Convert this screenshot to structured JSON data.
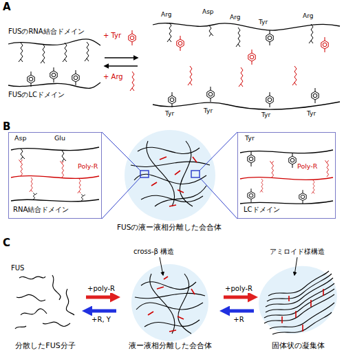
{
  "diagram": {
    "nodes": [
      {
        "text": [
          "Asp",
          "Glu",
          "Poly-R",
          "RNA結合ドメイン"
        ]
      },
      {
        "text": [
          "Tyr",
          "Poly-R",
          "LCドメイン"
        ]
      },
      {
        "text": [
          "分散したFUS分子"
        ]
      },
      {
        "text": [
          "液ー液相分離した会合体"
        ]
      },
      {
        "text": [
          "固体状の凝集体"
        ]
      }
    ],
    "edges": [
      {
        "from": 2,
        "to": 3,
        "arrow": "to",
        "label": "+poly-R"
      },
      {
        "from": 3,
        "to": 2,
        "arrow": "to",
        "label": "+R, Y"
      },
      {
        "from": 3,
        "to": 4,
        "arrow": "to",
        "label": "+poly-R"
      },
      {
        "from": 4,
        "to": 3,
        "arrow": "to",
        "label": "+R"
      }
    ],
    "labels": [
      "A",
      "FUSのRNA結合ドメイン",
      "FUSのLCドメイン",
      "+ Tyr",
      "+ Arg",
      "Arg",
      "Asp",
      "Arg",
      "Tyr",
      "Arg",
      "Tyr",
      "Tyr",
      "Tyr",
      "Tyr",
      "B",
      "FUSの液ー液相分離した会合体",
      "C",
      "FUS",
      "cross-β 構造",
      "アミロイド様構造"
    ]
  }
}
